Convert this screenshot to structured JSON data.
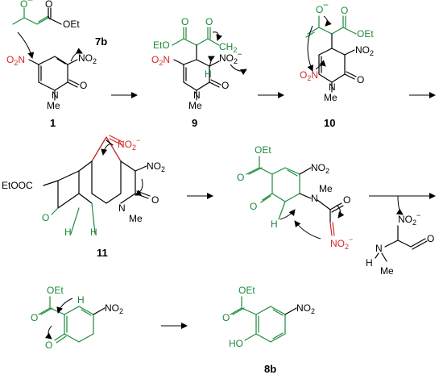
{
  "compounds": {
    "c7b": {
      "label": "7b",
      "oet": "OEt",
      "o_minus": "O"
    },
    "c1": {
      "label": "1",
      "o2n": "O2N",
      "no2": "NO2",
      "o": "O",
      "n": "N",
      "me": "Me"
    },
    "c9": {
      "label": "9",
      "eto": "EtO",
      "o_top": "O",
      "o_ket": "O",
      "ch2": "CH2",
      "h": "H",
      "o2n": "O2N",
      "no2": "NO2",
      "n": "N",
      "me": "Me",
      "o": "O"
    },
    "c10": {
      "label": "10",
      "o_minus": "O",
      "o_est": "O",
      "oet": "OEt",
      "o2n": "O2N",
      "no2": "NO2",
      "n": "N",
      "me": "Me",
      "o": "O"
    },
    "c11": {
      "label": "11",
      "eto": "EtOOC",
      "no2": "NO2",
      "no2_top": "NO2",
      "o": "O",
      "o_amide": "O",
      "n": "N",
      "me": "Me",
      "h1": "H",
      "h2": "H"
    },
    "int1": {
      "oet": "OEt",
      "o_est": "O",
      "no2": "NO2",
      "n": "N",
      "me": "Me",
      "o_ket": "O",
      "o_amide": "O",
      "h": "H",
      "no2_b": "NO2"
    },
    "byproduct": {
      "no2": "NO2",
      "n": "N",
      "h": "H",
      "me": "Me",
      "o": "O"
    },
    "int2": {
      "oet": "OEt",
      "o_est": "O",
      "h": "H",
      "o_ket": "O",
      "no2": "NO2"
    },
    "c8b": {
      "label": "8b",
      "oet": "OEt",
      "o_est": "O",
      "ho": "HO",
      "no2": "NO2"
    }
  }
}
